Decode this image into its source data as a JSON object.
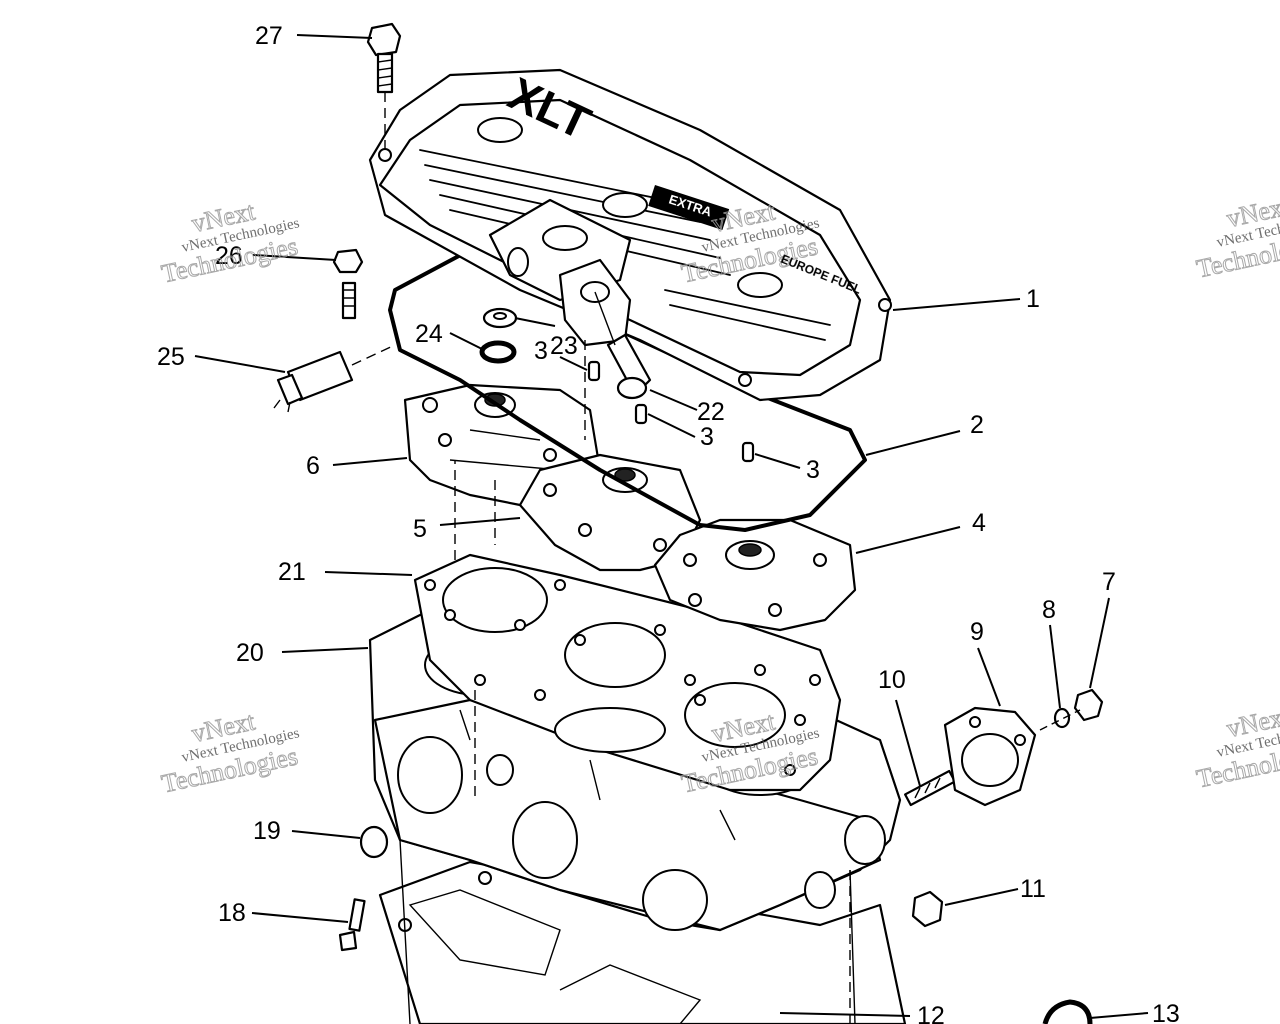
{
  "diagram": {
    "cover_logo": "XLT",
    "cover_badge": "EXTRA",
    "cover_side_text": "EUROPE FUEL"
  },
  "callouts": [
    {
      "id": "c27",
      "label": "27"
    },
    {
      "id": "c26",
      "label": "26"
    },
    {
      "id": "c25",
      "label": "25"
    },
    {
      "id": "c24",
      "label": "24"
    },
    {
      "id": "c23",
      "label": "23"
    },
    {
      "id": "c3a",
      "label": "3"
    },
    {
      "id": "c22",
      "label": "22"
    },
    {
      "id": "c3b",
      "label": "3"
    },
    {
      "id": "c3c",
      "label": "3"
    },
    {
      "id": "c1",
      "label": "1"
    },
    {
      "id": "c2",
      "label": "2"
    },
    {
      "id": "c6",
      "label": "6"
    },
    {
      "id": "c5",
      "label": "5"
    },
    {
      "id": "c4",
      "label": "4"
    },
    {
      "id": "c21",
      "label": "21"
    },
    {
      "id": "c20",
      "label": "20"
    },
    {
      "id": "c10",
      "label": "10"
    },
    {
      "id": "c9",
      "label": "9"
    },
    {
      "id": "c8",
      "label": "8"
    },
    {
      "id": "c7",
      "label": "7"
    },
    {
      "id": "c19",
      "label": "19"
    },
    {
      "id": "c18",
      "label": "18"
    },
    {
      "id": "c11",
      "label": "11"
    },
    {
      "id": "c12",
      "label": "12"
    },
    {
      "id": "c13",
      "label": "13"
    }
  ],
  "watermarks": [
    {
      "line1": "vNext Technologies",
      "line2": "Technologies",
      "top": "vNext"
    },
    {
      "line1": "vNext Technologies",
      "line2": "Technologies",
      "top": "vNext"
    },
    {
      "line1": "vNext Technologies",
      "line2": "Technologies",
      "top": "vNext"
    },
    {
      "line1": "vNext Technologies",
      "line2": "Technologies",
      "top": "vNext"
    },
    {
      "line1": "vNext Technologies",
      "line2": "Technologies",
      "top": "vNext"
    },
    {
      "line1": "vNext Technologies",
      "line2": "Technologies",
      "top": "vNext"
    }
  ]
}
